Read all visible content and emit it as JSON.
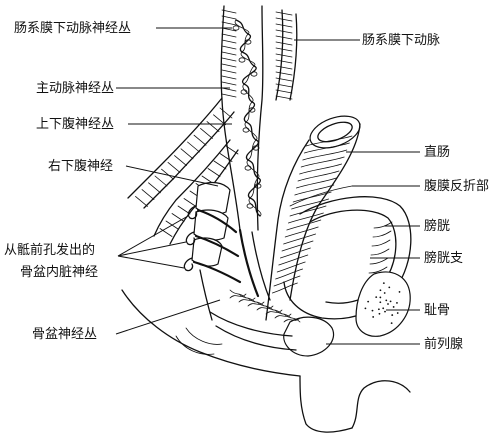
{
  "labels": {
    "inferior_mesenteric_plexus": "肠系膜下动脉神经丛",
    "inferior_mesenteric_artery": "肠系膜下动脉",
    "aortic_plexus": "主动脉神经丛",
    "superior_hypogastric_plexus": "上下腹神经丛",
    "right_hypogastric_nerve": "右下腹神经",
    "sacral_splanchnic_line1": "从骶前孔发出的",
    "sacral_splanchnic_line2": "骨盆内脏神经",
    "pelvic_plexus": "骨盆神经丛",
    "rectum": "直肠",
    "peritoneal_reflection": "腹膜反折部",
    "bladder": "膀胱",
    "vesical_branch": "膀胱支",
    "pubis": "耻骨",
    "prostate": "前列腺"
  },
  "style": {
    "ink": "#111111",
    "background": "#ffffff"
  }
}
